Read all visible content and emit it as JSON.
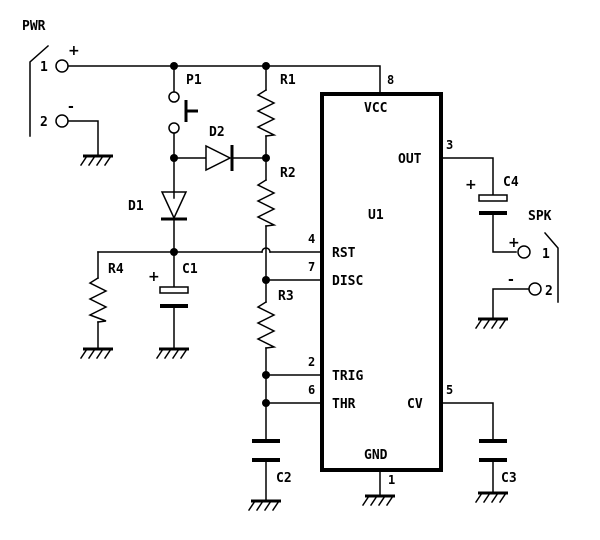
{
  "labels": {
    "pwr": "PWR",
    "spk": "SPK",
    "pwr_pin1": "1",
    "pwr_pin2": "2",
    "pwr_plus": "+",
    "pwr_minus": "-",
    "spk_pin1": "1",
    "spk_pin2": "2",
    "spk_plus": "+",
    "spk_minus": "-",
    "p1": "P1",
    "d1": "D1",
    "d2": "D2",
    "r1": "R1",
    "r2": "R2",
    "r3": "R3",
    "r4": "R4",
    "c1": "C1",
    "c2": "C2",
    "c3": "C3",
    "c4": "C4",
    "c1_plus": "+",
    "c4_plus": "+",
    "u1": "U1",
    "vcc": "VCC",
    "out": "OUT",
    "rst": "RST",
    "disc": "DISC",
    "trig": "TRIG",
    "thr": "THR",
    "cv": "CV",
    "gnd": "GND",
    "pin_vcc": "8",
    "pin_out": "3",
    "pin_rst": "4",
    "pin_disc": "7",
    "pin_trig": "2",
    "pin_thr": "6",
    "pin_cv": "5",
    "pin_gnd": "1"
  }
}
